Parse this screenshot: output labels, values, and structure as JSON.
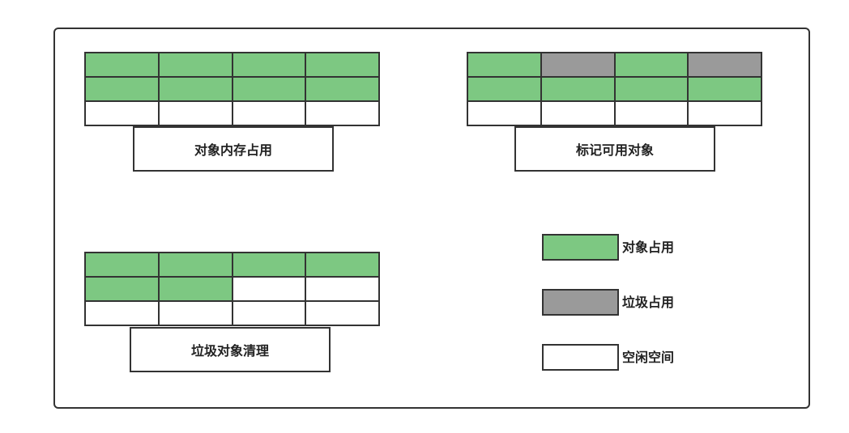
{
  "colors": {
    "used": "#7dc882",
    "garbage": "#9a9a9a",
    "free": "#ffffff"
  },
  "panels": [
    {
      "caption": "对象内存占用",
      "cells": [
        "g",
        "g",
        "g",
        "g",
        "g",
        "g",
        "g",
        "g",
        "f",
        "f",
        "f",
        "f"
      ]
    },
    {
      "caption": "标记可用对象",
      "cells": [
        "g",
        "r",
        "g",
        "r",
        "g",
        "g",
        "g",
        "g",
        "f",
        "f",
        "f",
        "f"
      ]
    },
    {
      "caption": "垃圾对象清理",
      "cells": [
        "g",
        "g",
        "g",
        "g",
        "g",
        "g",
        "f",
        "f",
        "f",
        "f",
        "f",
        "f"
      ]
    }
  ],
  "legend": [
    {
      "label": "对象占用",
      "swatch": "g"
    },
    {
      "label": "垃圾占用",
      "swatch": "r"
    },
    {
      "label": "空闲空间",
      "swatch": "f"
    }
  ]
}
